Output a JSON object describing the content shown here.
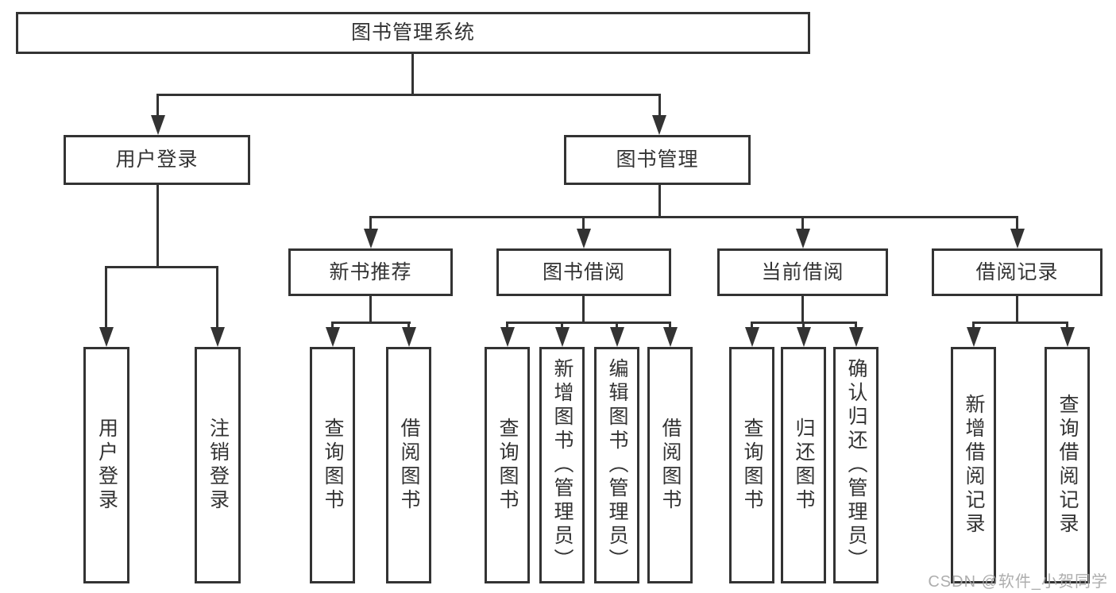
{
  "tree": {
    "label": "图书管理系统",
    "children": [
      {
        "label": "用户登录",
        "children": [
          {
            "label": "用户登录"
          },
          {
            "label": "注销登录"
          }
        ]
      },
      {
        "label": "图书管理",
        "children": [
          {
            "label": "新书推荐",
            "children": [
              {
                "label": "查询图书"
              },
              {
                "label": "借阅图书"
              }
            ]
          },
          {
            "label": "图书借阅",
            "children": [
              {
                "label": "查询图书"
              },
              {
                "label": "新增图书（管理员）"
              },
              {
                "label": "编辑图书（管理员）"
              },
              {
                "label": "借阅图书"
              }
            ]
          },
          {
            "label": "当前借阅",
            "children": [
              {
                "label": "查询图书"
              },
              {
                "label": "归还图书"
              },
              {
                "label": "确认归还（管理员）"
              }
            ]
          },
          {
            "label": "借阅记录",
            "children": [
              {
                "label": "新增借阅记录"
              },
              {
                "label": "查询借阅记录"
              }
            ]
          }
        ]
      }
    ]
  },
  "watermark": {
    "text": "CSDN @软件_小贺同学"
  },
  "colors": {
    "line": "#333333",
    "background": "#ffffff",
    "watermark": "#a5a5a5"
  }
}
